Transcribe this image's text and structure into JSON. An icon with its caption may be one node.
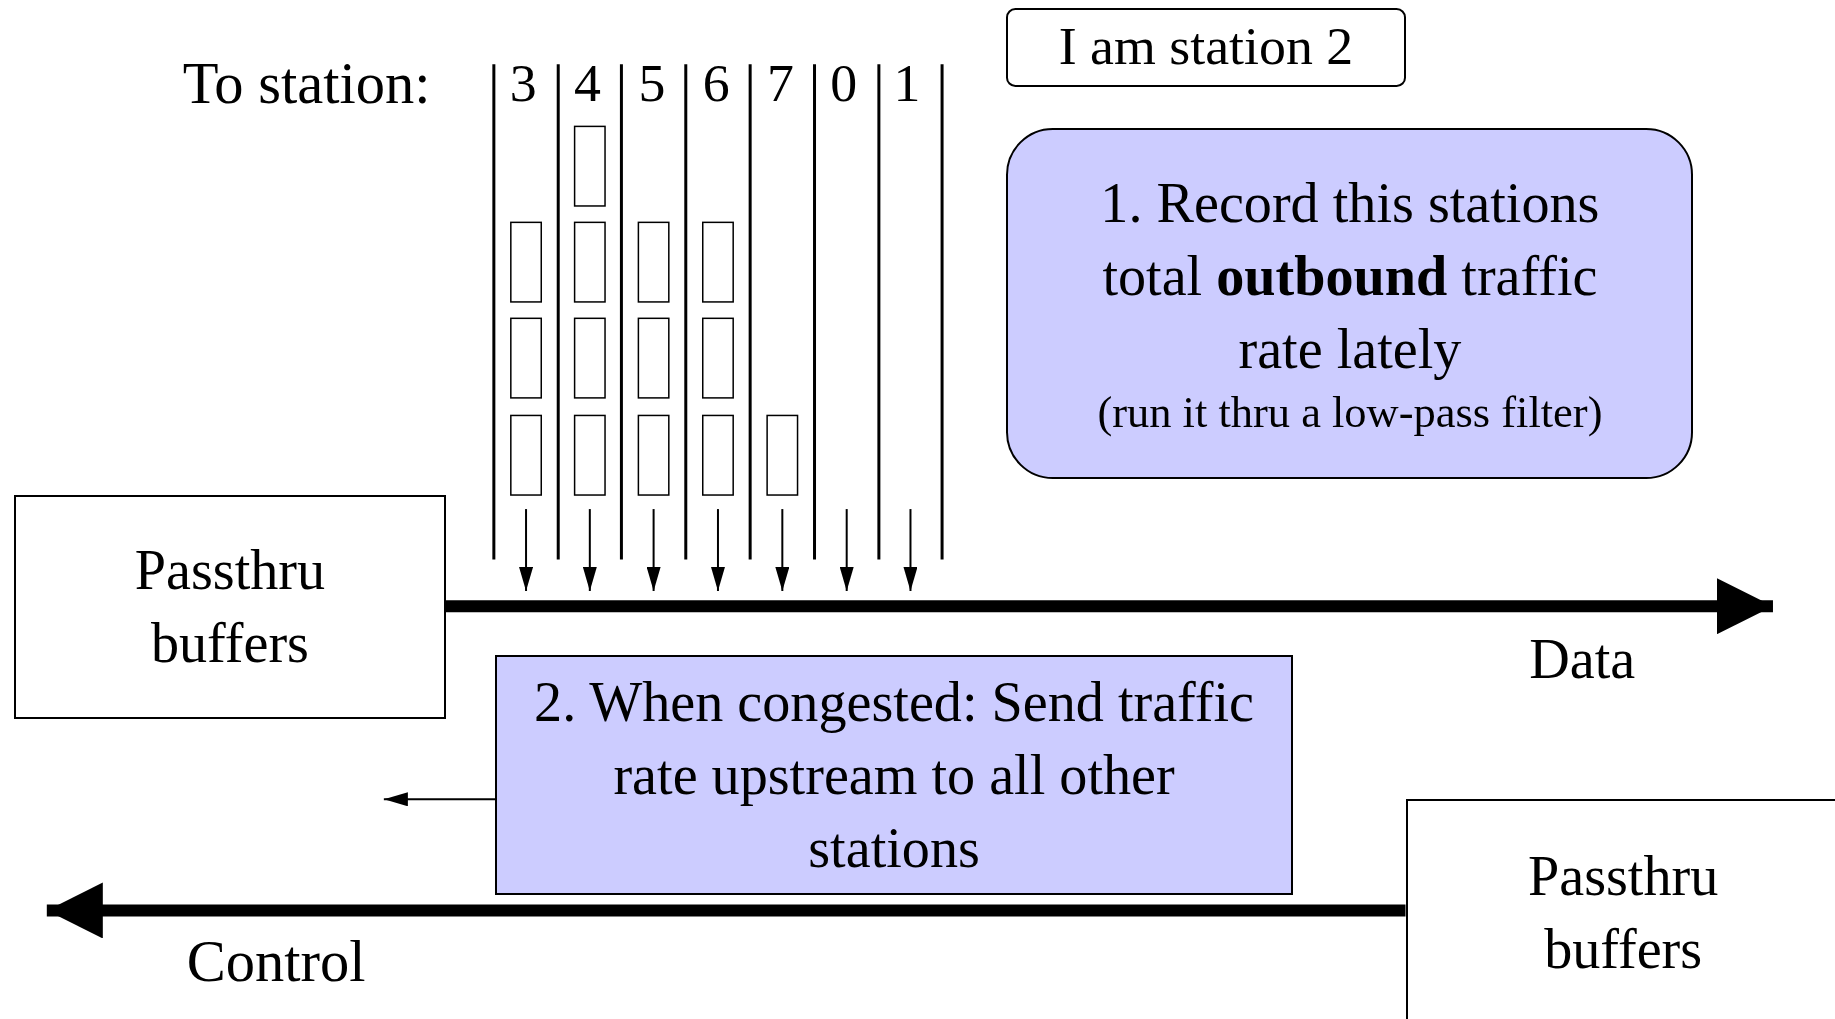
{
  "diagram": {
    "nodes": [
      {
        "text": [
          "I am station 2"
        ]
      },
      {
        "text": [
          "1. Record this stations total **outbound** traffic rate lately",
          "(run it thru a low-pass filter)"
        ]
      },
      {
        "text": [
          "Passthru buffers"
        ]
      },
      {
        "text": [
          "2. When congested: Send traffic rate upstream to all other stations"
        ]
      },
      {
        "text": [
          "Passthru buffers"
        ]
      }
    ],
    "edges": [
      {
        "from": 2,
        "to": null,
        "arrow": "to"
      },
      {
        "from": 3,
        "to": null,
        "arrow": "to"
      },
      {
        "from": 4,
        "to": null,
        "arrow": "to"
      }
    ],
    "labels": [
      "To station:",
      "3",
      "4",
      "5",
      "6",
      "7",
      "0",
      "1",
      "Data",
      "Control"
    ]
  }
}
